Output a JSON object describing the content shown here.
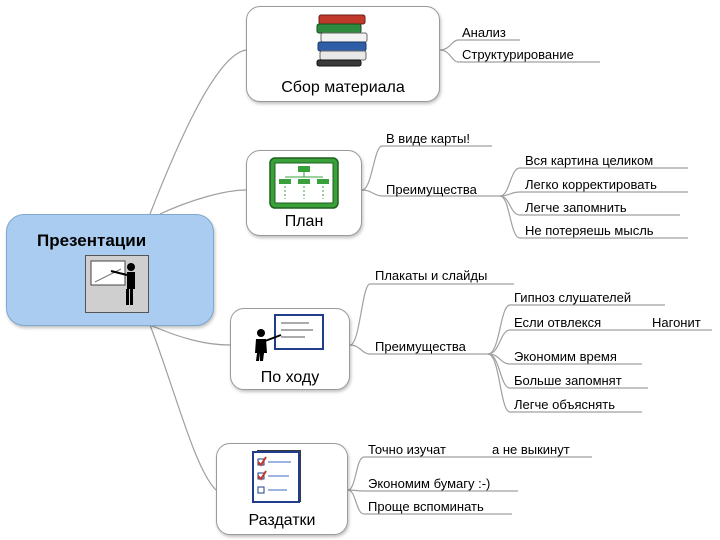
{
  "central": {
    "label": "Презентации",
    "icon": "presenter-icon"
  },
  "branches": [
    {
      "id": "sbor",
      "label": "Сбор материала",
      "icon": "books-icon",
      "items": [
        "Анализ",
        "Структурирование"
      ]
    },
    {
      "id": "plan",
      "label": "План",
      "icon": "org-chart-icon",
      "item1": "В виде карты!",
      "item2": "Преимущества",
      "advantages": [
        "Вся картина целиком",
        "Легко корректировать",
        "Легче запомнить",
        "Не потеряешь мысль"
      ]
    },
    {
      "id": "pohodu",
      "label": "По ходу",
      "icon": "presenter-board-icon",
      "item1": "Плакаты и слайды",
      "item2": "Преимущества",
      "advantages": [
        "Гипноз слушателей",
        "Если отвлекся",
        "Экономим время",
        "Больше запомнят",
        "Легче объяснять"
      ],
      "extra": "Нагонит"
    },
    {
      "id": "razdatki",
      "label": "Раздатки",
      "icon": "checklist-icon",
      "items": [
        "Точно изучат",
        "Экономим бумагу :-)",
        "Проще вспоминать"
      ],
      "extra": "а не выкинут"
    }
  ]
}
